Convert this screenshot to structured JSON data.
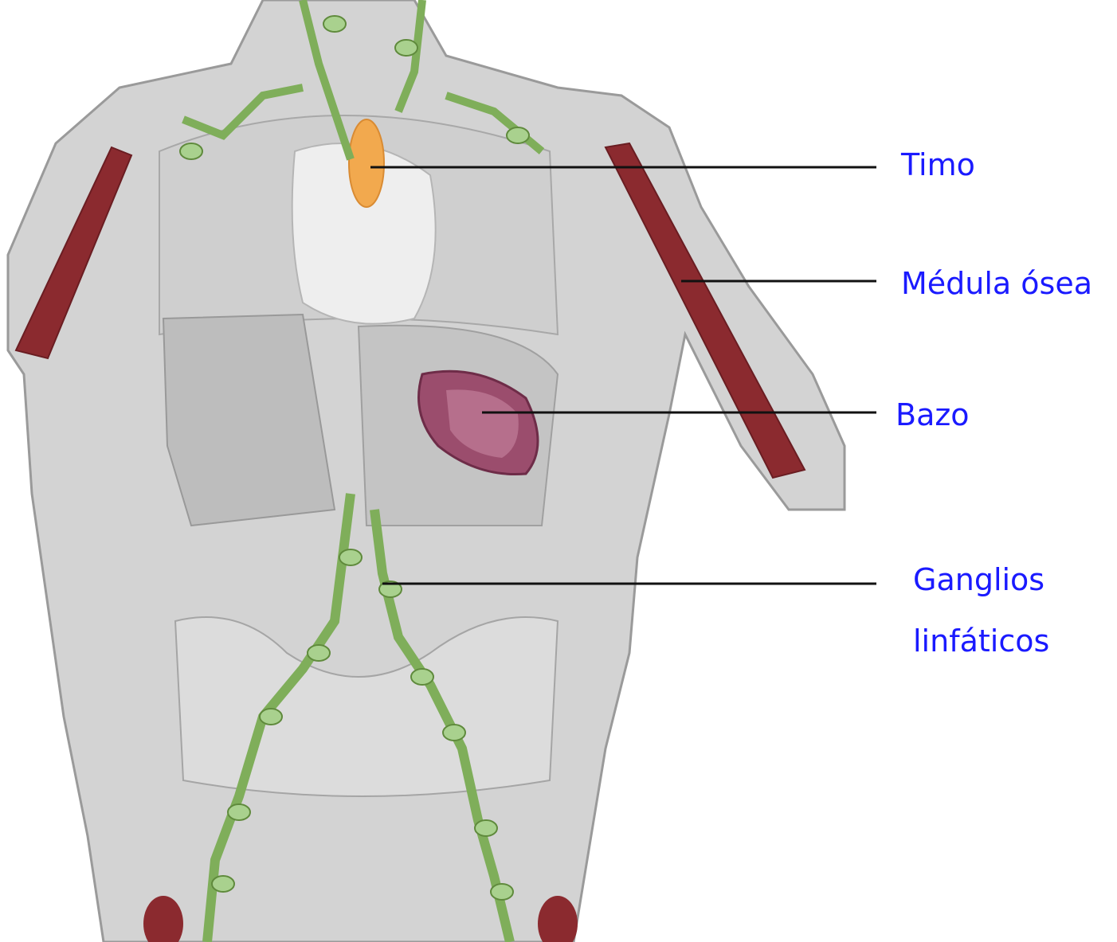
{
  "colors": {
    "label_text": "#1a1aff",
    "leader_line": "#111111",
    "body_gray": "#c9c9c9",
    "body_outline": "#9a9a9a",
    "lymph_green": "#a9d18e",
    "lymph_green_dark": "#5f8a3c",
    "bone_marrow": "#8b2a2f",
    "thymus": "#f2a94e",
    "spleen": "#9b4d6d",
    "heart": "#f2f2f2"
  },
  "labels": {
    "timo": "Timo",
    "medula_osea": "Médula ósea",
    "bazo": "Bazo",
    "ganglios_line1": "Ganglios",
    "ganglios_line2": "linfáticos"
  }
}
